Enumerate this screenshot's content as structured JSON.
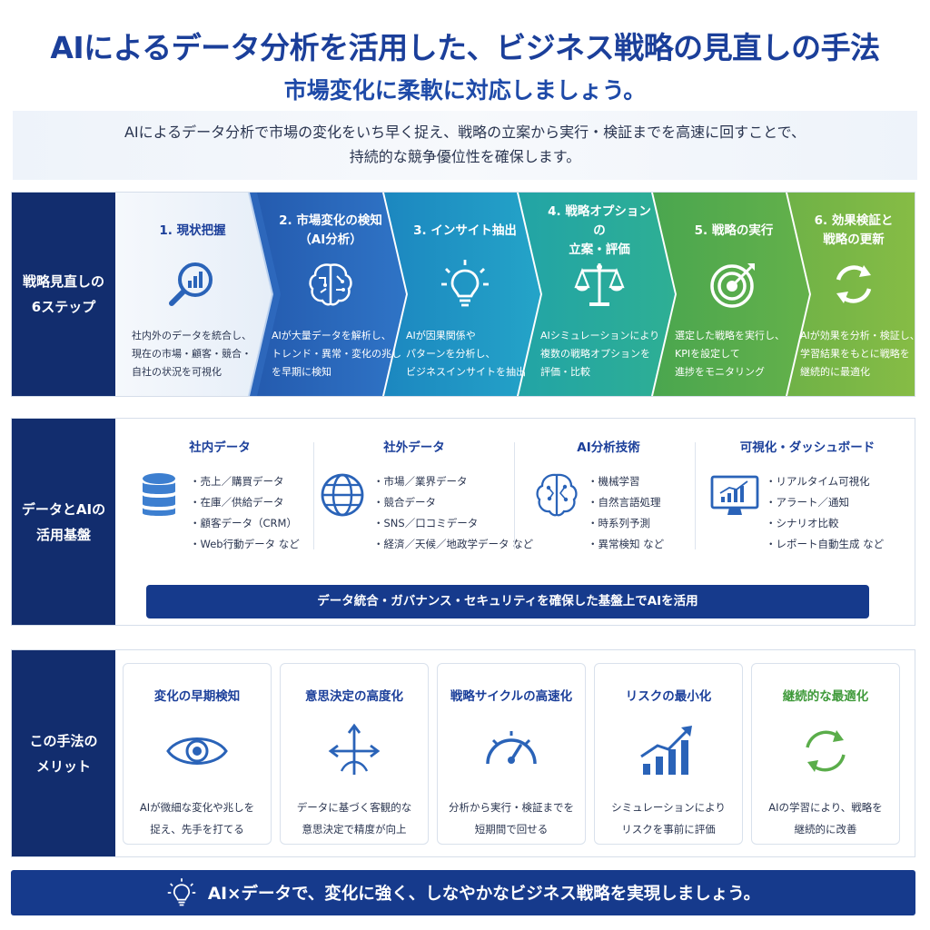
{
  "header": {
    "title": "AIによるデータ分析を活用した、ビジネス戦略の見直しの手法",
    "subtitle": "市場変化に柔軟に対応しましょう。"
  },
  "intro": {
    "lines": [
      "AIによるデータ分析で市場の変化をいち早く捉え、戦略の立案から実行・検証までを高速に回すことで、",
      "持続的な競争優位性を確保します。"
    ]
  },
  "steps_section": {
    "label_lines": [
      "戦略見直しの",
      "6ステップ"
    ],
    "steps": [
      {
        "title_lines": [
          "1. 現状把握"
        ],
        "icon": "magnifier-chart-icon",
        "desc_lines": [
          "社内外のデータを統合し、",
          "現在の市場・顧客・競合・",
          "自社の状況を可視化"
        ]
      },
      {
        "title_lines": [
          "2. 市場変化の検知",
          "（AI分析）"
        ],
        "icon": "brain-icon",
        "desc_lines": [
          "AIが大量データを解析し、",
          "トレンド・異常・変化の兆し",
          "を早期に検知"
        ]
      },
      {
        "title_lines": [
          "3. インサイト抽出"
        ],
        "icon": "lightbulb-icon",
        "desc_lines": [
          "AIが因果関係や",
          "パターンを分析し、",
          "ビジネスインサイトを抽出"
        ]
      },
      {
        "title_lines": [
          "4. 戦略オプションの",
          "立案・評価"
        ],
        "icon": "scale-icon",
        "desc_lines": [
          "AIシミュレーションにより",
          "複数の戦略オプションを",
          "評価・比較"
        ]
      },
      {
        "title_lines": [
          "5. 戦略の実行"
        ],
        "icon": "target-icon",
        "desc_lines": [
          "選定した戦略を実行し、",
          "KPIを設定して",
          "進捗をモニタリング"
        ]
      },
      {
        "title_lines": [
          "6. 効果検証と",
          "戦略の更新"
        ],
        "icon": "refresh-icon",
        "desc_lines": [
          "AIが効果を分析・検証し、",
          "学習結果をもとに戦略を",
          "継続的に最適化"
        ]
      }
    ],
    "colors": [
      "#f3f6fb",
      "#2a63b8",
      "#1f97c2",
      "#27a8a0",
      "#5aad4a",
      "#79b545"
    ]
  },
  "data_section": {
    "label_lines": [
      "データとAIの",
      "活用基盤"
    ],
    "columns": [
      {
        "title": "社内データ",
        "icon": "database-icon",
        "items": [
          "・売上／購買データ",
          "・在庫／供給データ",
          "・顧客データ（CRM）",
          "・Web行動データ など"
        ]
      },
      {
        "title": "社外データ",
        "icon": "globe-icon",
        "items": [
          "・市場／業界データ",
          "・競合データ",
          "・SNS／口コミデータ",
          "・経済／天候／地政学データ など"
        ]
      },
      {
        "title": "AI分析技術",
        "icon": "brain-circuit-icon",
        "items": [
          "・機械学習",
          "・自然言語処理",
          "・時系列予測",
          "・異常検知 など"
        ]
      },
      {
        "title": "可視化・ダッシュボード",
        "icon": "monitor-chart-icon",
        "items": [
          "・リアルタイム可視化",
          "・アラート／通知",
          "・シナリオ比較",
          "・レポート自動生成 など"
        ]
      }
    ],
    "base_bar": "データ統合・ガバナンス・セキュリティを確保した基盤上でAIを活用"
  },
  "merits_section": {
    "label_lines": [
      "この手法の",
      "メリット"
    ],
    "cards": [
      {
        "title": "変化の早期検知",
        "icon": "eye-icon",
        "color": "#1b3f9a",
        "desc_lines": [
          "AIが微細な変化や兆しを",
          "捉え、先手を打てる"
        ]
      },
      {
        "title": "意思決定の高度化",
        "icon": "arrows-icon",
        "color": "#1b3f9a",
        "desc_lines": [
          "データに基づく客観的な",
          "意思決定で精度が向上"
        ]
      },
      {
        "title": "戦略サイクルの高速化",
        "icon": "speedometer-icon",
        "color": "#1b3f9a",
        "desc_lines": [
          "分析から実行・検証までを",
          "短期間で回せる"
        ]
      },
      {
        "title": "リスクの最小化",
        "icon": "growth-chart-icon",
        "color": "#1b3f9a",
        "desc_lines": [
          "シミュレーションにより",
          "リスクを事前に評価"
        ]
      },
      {
        "title": "継続的な最適化",
        "icon": "cycle-icon",
        "color": "#3f9a3a",
        "desc_lines": [
          "AIの学習により、戦略を",
          "継続的に改善"
        ]
      }
    ]
  },
  "footer": {
    "icon": "lightbulb-icon",
    "text": "AI×データで、変化に強く、しなやかなビジネス戦略を実現しましょう。"
  }
}
